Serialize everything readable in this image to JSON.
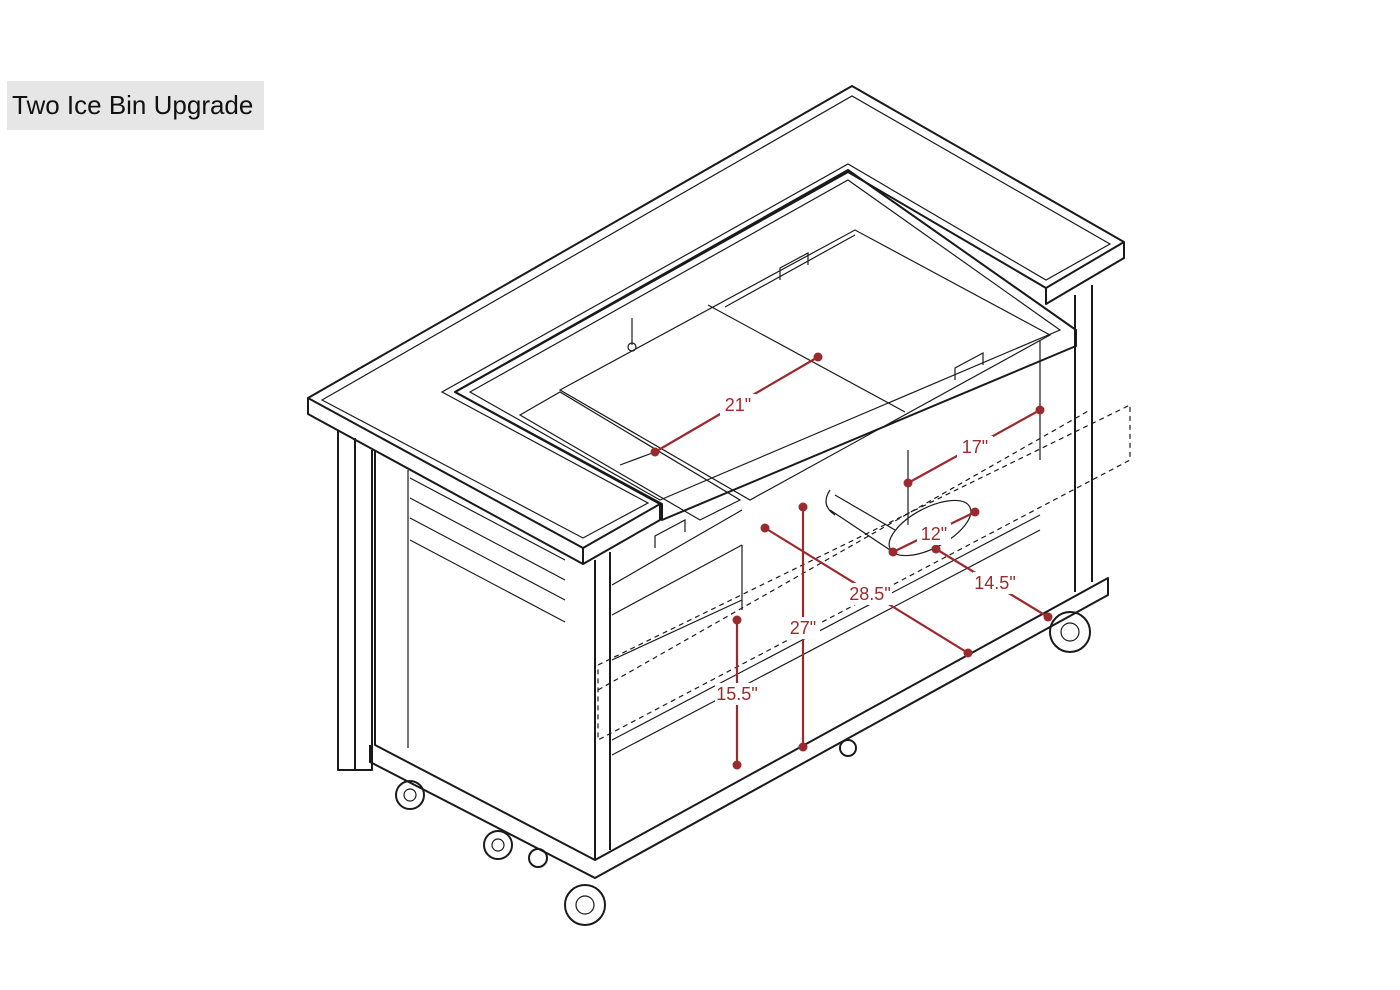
{
  "title": "Two Ice Bin Upgrade",
  "dimensions": {
    "bin_length": "21\"",
    "bin_width": "17\"",
    "tank_diameter": "12\"",
    "tank_length": "14.5\"",
    "cabinet_depth": "28.5\"",
    "interior_height": "27\"",
    "bin_depth": "15.5\""
  },
  "colors": {
    "dimension": "#9b2a2e",
    "label_bg": "#e6e6e6"
  }
}
